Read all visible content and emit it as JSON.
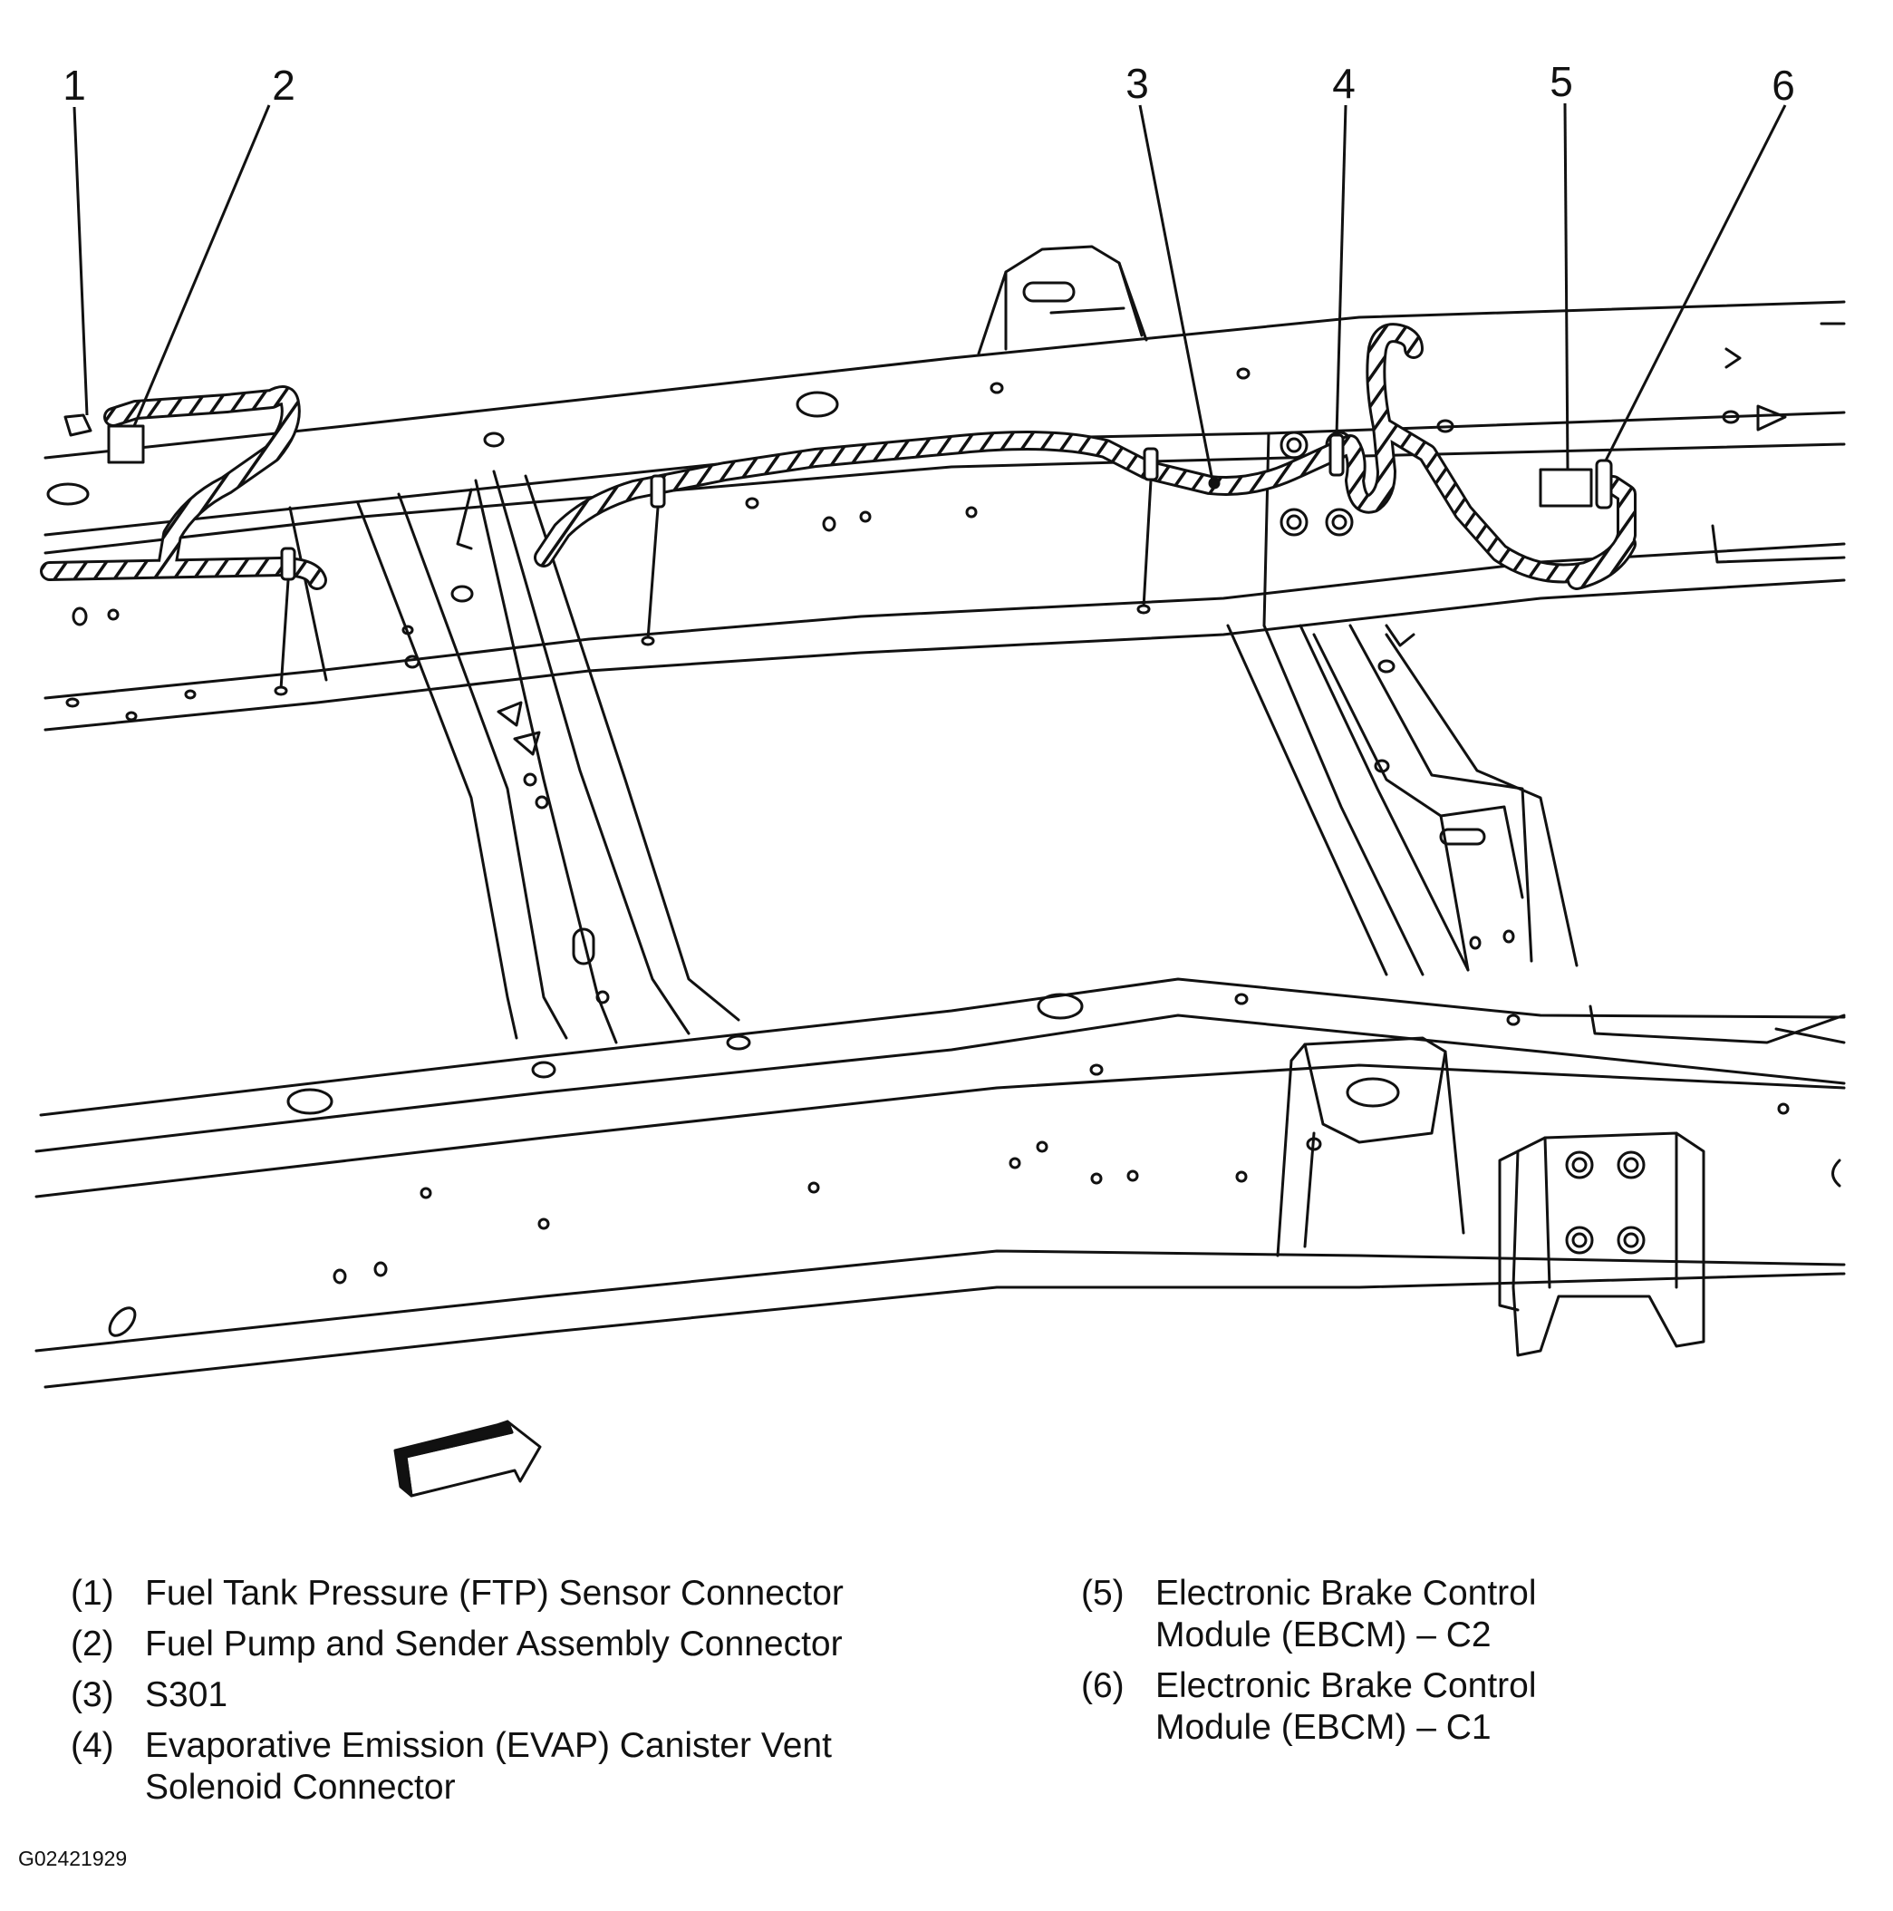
{
  "callouts": [
    {
      "num": "1"
    },
    {
      "num": "2"
    },
    {
      "num": "3"
    },
    {
      "num": "4"
    },
    {
      "num": "5"
    },
    {
      "num": "6"
    }
  ],
  "legend": {
    "left": [
      {
        "num": "(1)",
        "text": "Fuel Tank Pressure (FTP) Sensor Connector"
      },
      {
        "num": "(2)",
        "text": "Fuel Pump and Sender Assembly Connector"
      },
      {
        "num": "(3)",
        "text": "S301"
      },
      {
        "num": "(4)",
        "text": "Evaporative Emission (EVAP) Canister Vent Solenoid Connector"
      }
    ],
    "right": [
      {
        "num": "(5)",
        "text": "Electronic Brake Control Module (EBCM) – C2"
      },
      {
        "num": "(6)",
        "text": "Electronic Brake Control Module (EBCM) – C1"
      }
    ]
  },
  "figure_id": "G02421929"
}
